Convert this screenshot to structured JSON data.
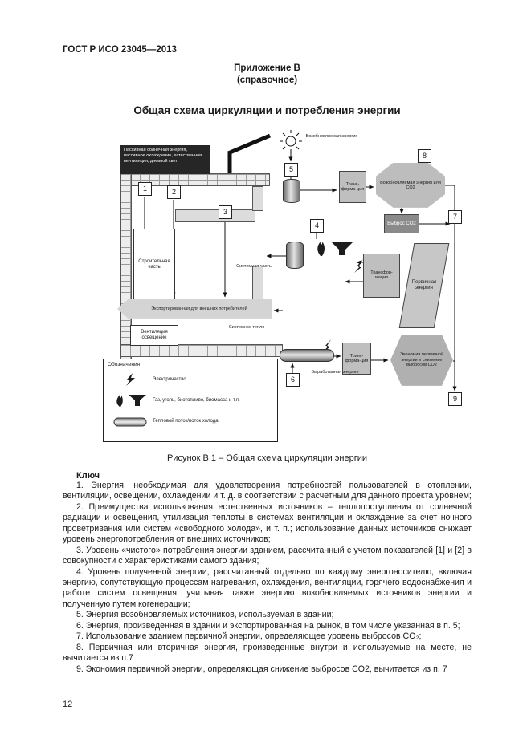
{
  "header": {
    "doc_number": "ГОСТ Р ИСО 23045—2013"
  },
  "annex": {
    "title": "Приложение В",
    "subtitle": "(справочное)"
  },
  "page_title": "Общая схема циркуляции и потребления энергии",
  "figure": {
    "caption": "Рисунок В.1 – Общая схема циркуляции энергии",
    "nodes": {
      "renewable_label": "Возобновляемая энергия",
      "passive_box": "Пассивная солнечная энергия, пассивное охлаждение, естественная вентиляция, дневной свет",
      "building_part": "Строительная часть",
      "system_part": "Системная часть",
      "transformation_top": "Транс-форма-ция",
      "transformation_right": "Трансфор-мация",
      "transformation_bottom": "Транс-форма-ция",
      "renewable_or_co2": "Возобновляемая энергия или CO2",
      "co2_emission": "Выброс CO2",
      "primary_energy": "Первичная энергия",
      "savings_hex": "Экономия первичной энергии и снижение выбросов CO2",
      "produced_energy": "Выработанная энергия",
      "exported_band": "Экспортированная для внешних потребителей",
      "ventilation": "Вентиляция освещение",
      "system_heat": "Системное тепло",
      "n1": "1",
      "n2": "2",
      "n3": "3",
      "n4": "4",
      "n5": "5",
      "n6": "6",
      "n7": "7",
      "n8": "8",
      "n9": "9"
    },
    "legend": {
      "title": "Обозначения",
      "items": [
        {
          "icons": [
            "lightning-icon"
          ],
          "label": "Электричество"
        },
        {
          "icons": [
            "flame-icon",
            "funnel-icon"
          ],
          "label": "Газ, уголь, биотопливо, биомасса и т.п."
        },
        {
          "icons": [
            "heat-flow-pipe-icon"
          ],
          "label": "Тепловой поток/поток холода"
        }
      ]
    }
  },
  "key": {
    "heading": "Ключ",
    "items": [
      "1. Энергия, необходимая для удовлетворения потребностей пользователей в отоплении, вентиляции, освещении, охлаждении и т. д. в соответствии с расчетным для данного проекта уровнем;",
      "2. Преимущества использования естественных источников – теплопоступления от солнечной радиации и освещения, утилизация теплоты в системах вентиляции и охлаждение за счет ночного проветривания или систем «свободного холода», и т. п.; использование данных источников снижает уровень энергопотребления от внешних источников;",
      "3. Уровень «чистого» потребления энергии зданием, рассчитанный с учетом показателей [1] и [2] в совокупности с характеристиками самого здания;",
      "4. Уровень полученной энергии, рассчитанный отдельно по каждому энергоносителю, включая энергию, сопутствующую процессам нагревания, охлаждения, вентиляции, горячего водоснабжения и работе систем освещения, учитывая также энергию возобновляемых источников энергии и полученную путем когенерации;",
      "5. Энергия возобновляемых источников, используемая в здании;",
      "6. Энергия, произведенная в здании и экспортированная на рынок, в том числе указанная в п. 5;",
      "7. Использование зданием первичной энергии, определяющее уровень выбросов CO₂;",
      "8. Первичная или вторичная энергия, произведенные внутри и используемые на месте, не вычитается из п.7",
      "9. Экономия первичной энергии, определяющая снижение выбросов CO2, вычитается из п. 7"
    ]
  },
  "page_number": "12"
}
